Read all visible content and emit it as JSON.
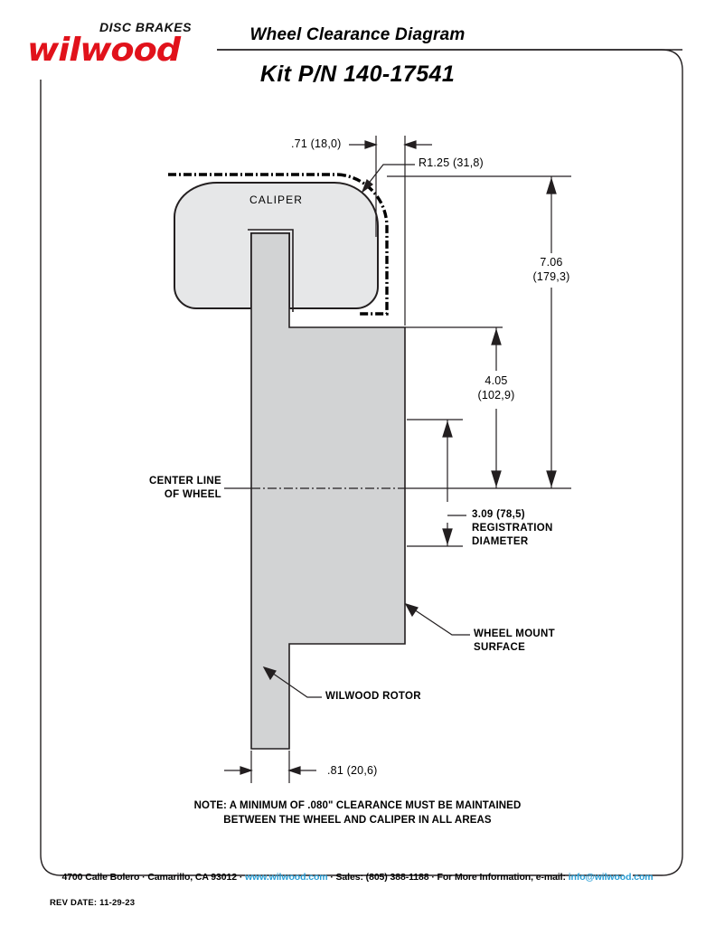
{
  "header": {
    "logo_disc_brakes": "DISC BRAKES",
    "logo_word": "wilwood",
    "title": "Wheel Clearance Diagram",
    "kit_pn": "Kit P/N 140-17541"
  },
  "diagram": {
    "caliper_label": "CALIPER",
    "dimensions": {
      "offset_top": ".71 (18,0)",
      "radius": "R1.25 (31,8)",
      "overall_height": {
        "line1": "7.06",
        "line2": "(179,3)"
      },
      "mid_height": {
        "line1": "4.05",
        "line2": "(102,9)"
      },
      "registration": {
        "line1": "3.09 (78,5)",
        "line2": "REGISTRATION",
        "line3": "DIAMETER"
      },
      "rotor_width": ".81 (20,6)"
    },
    "callouts": {
      "center_line": {
        "line1": "CENTER LINE",
        "line2": "OF WHEEL"
      },
      "wheel_mount": {
        "line1": "WHEEL MOUNT",
        "line2": "SURFACE"
      },
      "rotor": "WILWOOD ROTOR"
    },
    "colors": {
      "part_fill": "#d2d3d4",
      "caliper_fill": "#e6e7e8",
      "line": "#231f20",
      "brand_red": "#e1121b",
      "link_blue": "#2a9fd6"
    }
  },
  "note": {
    "line1": "NOTE: A MINIMUM OF .080\" CLEARANCE MUST BE MAINTAINED",
    "line2": "BETWEEN THE WHEEL AND CALIPER IN ALL AREAS"
  },
  "footer": {
    "address": "4700 Calle Bolero · Camarillo, CA 93012 · ",
    "website": "www.wilwood.com",
    "middle": " · Sales: (805) 388-1188 · For More Information, e-mail: ",
    "email": "info@wilwood.com",
    "rev_date": "REV DATE:  11-29-23"
  }
}
